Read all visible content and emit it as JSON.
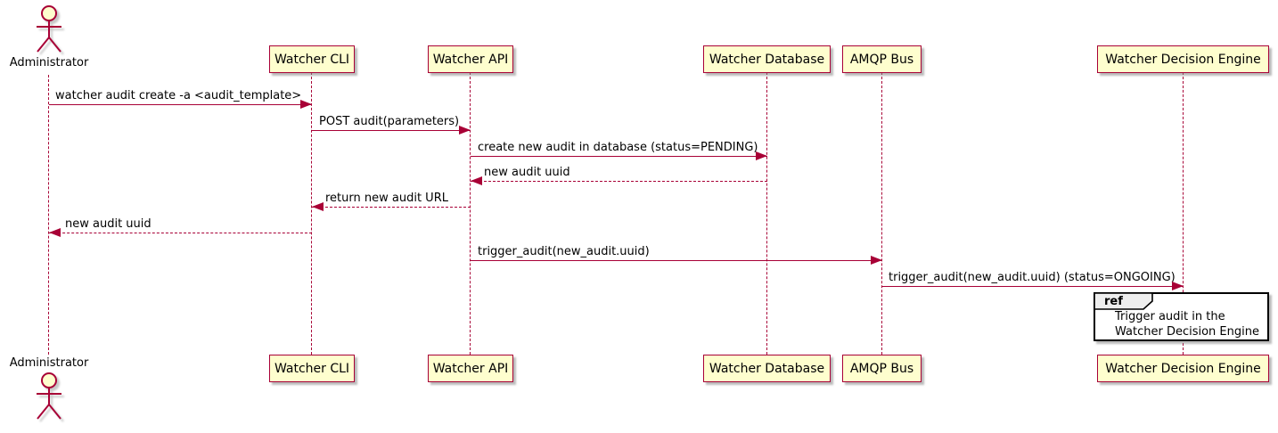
{
  "diagram": {
    "type": "sequence",
    "actor": {
      "name": "Administrator"
    },
    "participants": [
      {
        "id": "watcher-cli",
        "label": "Watcher CLI"
      },
      {
        "id": "watcher-api",
        "label": "Watcher API"
      },
      {
        "id": "watcher-database",
        "label": "Watcher Database"
      },
      {
        "id": "amqp-bus",
        "label": "AMQP Bus"
      },
      {
        "id": "watcher-decision-engine",
        "label": "Watcher Decision Engine"
      }
    ],
    "messages": [
      {
        "from": "Administrator",
        "to": "Watcher CLI",
        "label": "watcher audit create -a <audit_template>",
        "line": "solid",
        "direction": "right"
      },
      {
        "from": "Watcher CLI",
        "to": "Watcher API",
        "label": "POST audit(parameters)",
        "line": "solid",
        "direction": "right"
      },
      {
        "from": "Watcher API",
        "to": "Watcher Database",
        "label": "create new audit in database (status=PENDING)",
        "line": "solid",
        "direction": "right"
      },
      {
        "from": "Watcher Database",
        "to": "Watcher API",
        "label": "new audit uuid",
        "line": "dashed",
        "direction": "left"
      },
      {
        "from": "Watcher API",
        "to": "Watcher CLI",
        "label": "return new audit URL",
        "line": "dashed",
        "direction": "left"
      },
      {
        "from": "Watcher CLI",
        "to": "Administrator",
        "label": "new audit uuid",
        "line": "dashed",
        "direction": "left"
      },
      {
        "from": "Watcher API",
        "to": "AMQP Bus",
        "label": "trigger_audit(new_audit.uuid)",
        "line": "solid",
        "direction": "right"
      },
      {
        "from": "AMQP Bus",
        "to": "Watcher Decision Engine",
        "label": "trigger_audit(new_audit.uuid) (status=ONGOING)",
        "line": "solid",
        "direction": "right"
      }
    ],
    "ref": {
      "keyword": "ref",
      "text_lines": [
        "Trigger audit in the",
        "Watcher Decision Engine"
      ]
    },
    "colors": {
      "line": "#A80036",
      "participant_fill": "#FEFECE",
      "participant_border": "#A80036",
      "text": "#000000",
      "ref_header_fill": "#EEEEEE",
      "ref_border": "#000000",
      "background": "#FFFFFF"
    }
  }
}
